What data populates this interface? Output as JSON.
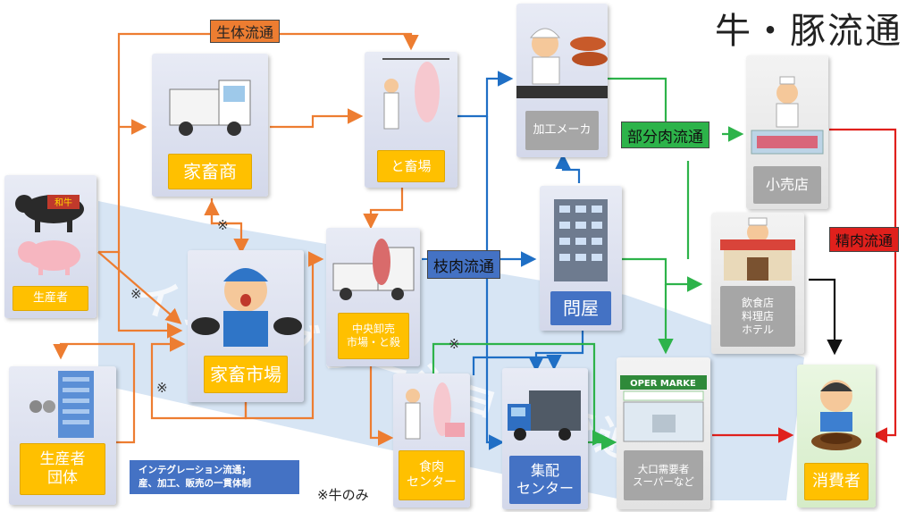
{
  "title": "牛・豚流通",
  "watermark": "インテグレーション流通",
  "flow_tags": {
    "live": "生体流通",
    "carcass": "枝肉流通",
    "parts": "部分肉流通",
    "refined": "精肉流通"
  },
  "nodes": {
    "producer": "生産者",
    "producer_org_1": "生産者",
    "producer_org_2": "団体",
    "dealer": "家畜商",
    "market": "家畜市場",
    "slaughter": "と畜場",
    "wholesale_1": "中央卸売",
    "wholesale_2": "市場・と殺",
    "meat_center_1": "食肉",
    "meat_center_2": "センター",
    "processor": "加工メーカ",
    "wholesaler": "問屋",
    "delivery_1": "集配",
    "delivery_2": "センター",
    "retail": "小売店",
    "restaurant_1": "飲食店",
    "restaurant_2": "料理店",
    "restaurant_3": "ホテル",
    "super_1": "大口需要者",
    "super_2": "スーパーなど",
    "consumer": "消費者"
  },
  "marks": {
    "cattle_only": "※",
    "wagyu": "和牛",
    "supermarket_sign": "OPER MARKE"
  },
  "legend": {
    "integration_1": "インテグレーション流通；",
    "integration_2": "産、加工、販売の一貫体制",
    "cattle_only_note": "※牛のみ"
  },
  "colors": {
    "live": "#ed7d31",
    "carcass": "#1f6fc5",
    "parts": "#2db34a",
    "refined": "#e0201c",
    "consumer_arrow": "#111111",
    "label_yellow": "#ffc000",
    "label_blue": "#4472c4",
    "label_gray": "#a6a6a6"
  }
}
